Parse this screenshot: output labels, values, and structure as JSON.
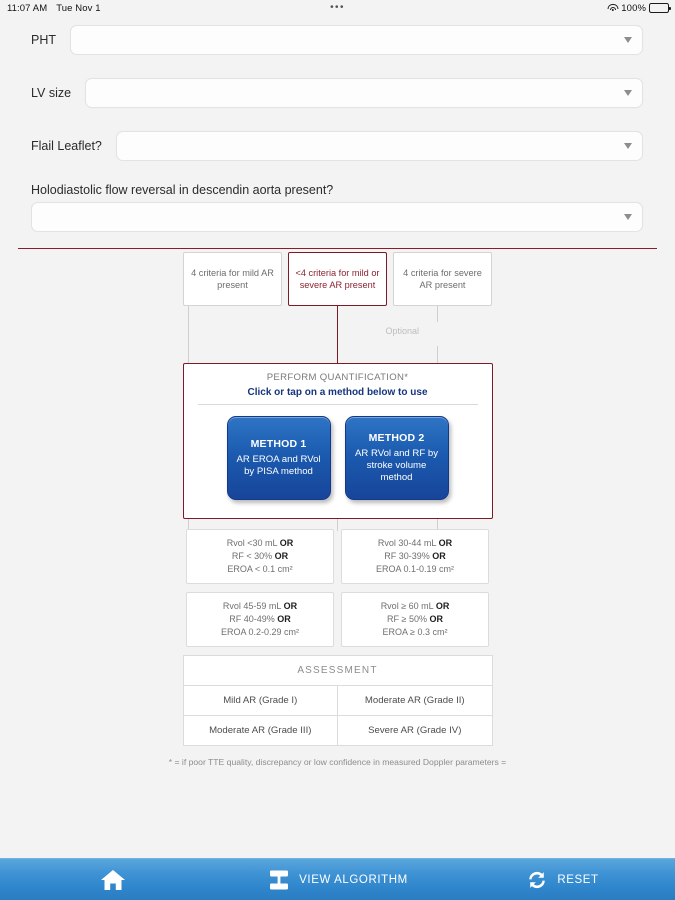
{
  "statusbar": {
    "time": "11:07 AM",
    "date": "Tue Nov 1",
    "dots": "•••",
    "battery_pct": "100%",
    "wifi_icon": "wifi-icon",
    "battery_icon": "battery-icon"
  },
  "form": {
    "fields": [
      {
        "label": "PHT",
        "value": "",
        "inline": true
      },
      {
        "label": "LV size",
        "value": "",
        "inline": true
      },
      {
        "label": "Flail Leaflet?",
        "value": "",
        "inline": true
      },
      {
        "label": "Holodiastolic flow reversal in descendin aorta present?",
        "value": "",
        "inline": false
      }
    ],
    "caret_icon": "chevron-down-icon"
  },
  "algorithm": {
    "top_boxes": [
      {
        "text": "4 criteria for mild AR present",
        "selected": false
      },
      {
        "text": "<4 criteria for mild or severe AR present",
        "selected": true
      },
      {
        "text": "4 criteria for severe AR present",
        "selected": false
      }
    ],
    "optional_label": "Optional",
    "quantification": {
      "title": "PERFORM QUANTIFICATION*",
      "subtitle": "Click or tap on a method below to use",
      "methods": [
        {
          "title": "METHOD 1",
          "desc": "AR EROA and RVol by PISA method"
        },
        {
          "title": "METHOD 2",
          "desc": "AR RVol and RF by stroke volume method"
        }
      ]
    },
    "criteria": [
      {
        "line1": "Rvol <30 mL ",
        "bold1": "OR",
        "line2": "RF < 30% ",
        "bold2": "OR",
        "line3": "EROA < 0.1 cm²"
      },
      {
        "line1": "Rvol 30-44 mL ",
        "bold1": "OR",
        "line2": "RF 30-39% ",
        "bold2": "OR",
        "line3": "EROA 0.1-0.19 cm²"
      },
      {
        "line1": "Rvol 45-59 mL ",
        "bold1": "OR",
        "line2": "RF 40-49% ",
        "bold2": "OR",
        "line3": "EROA 0.2-0.29 cm²"
      },
      {
        "line1": "Rvol ≥ 60 mL ",
        "bold1": "OR",
        "line2": "RF ≥ 50% ",
        "bold2": "OR",
        "line3": "EROA ≥ 0.3 cm²"
      }
    ],
    "assessment": {
      "header": "ASSESSMENT",
      "cells": [
        "Mild AR (Grade I)",
        "Moderate AR (Grade II)",
        "Moderate AR (Grade III)",
        "Severe AR (Grade IV)"
      ]
    },
    "footnote": "* = if poor TTE quality, discrepancy or low confidence in measured Doppler parameters ="
  },
  "toolbar": {
    "home_icon": "home-icon",
    "algorithm_icon": "sitemap-icon",
    "algorithm_label": "VIEW ALGORITHM",
    "reset_icon": "refresh-icon",
    "reset_label": "RESET"
  },
  "colors": {
    "accent_red": "#7d1a26",
    "accent_blue": "#16357e",
    "toolbar_blue": "#3f93d4",
    "method_blue": "#1b5bb0"
  }
}
